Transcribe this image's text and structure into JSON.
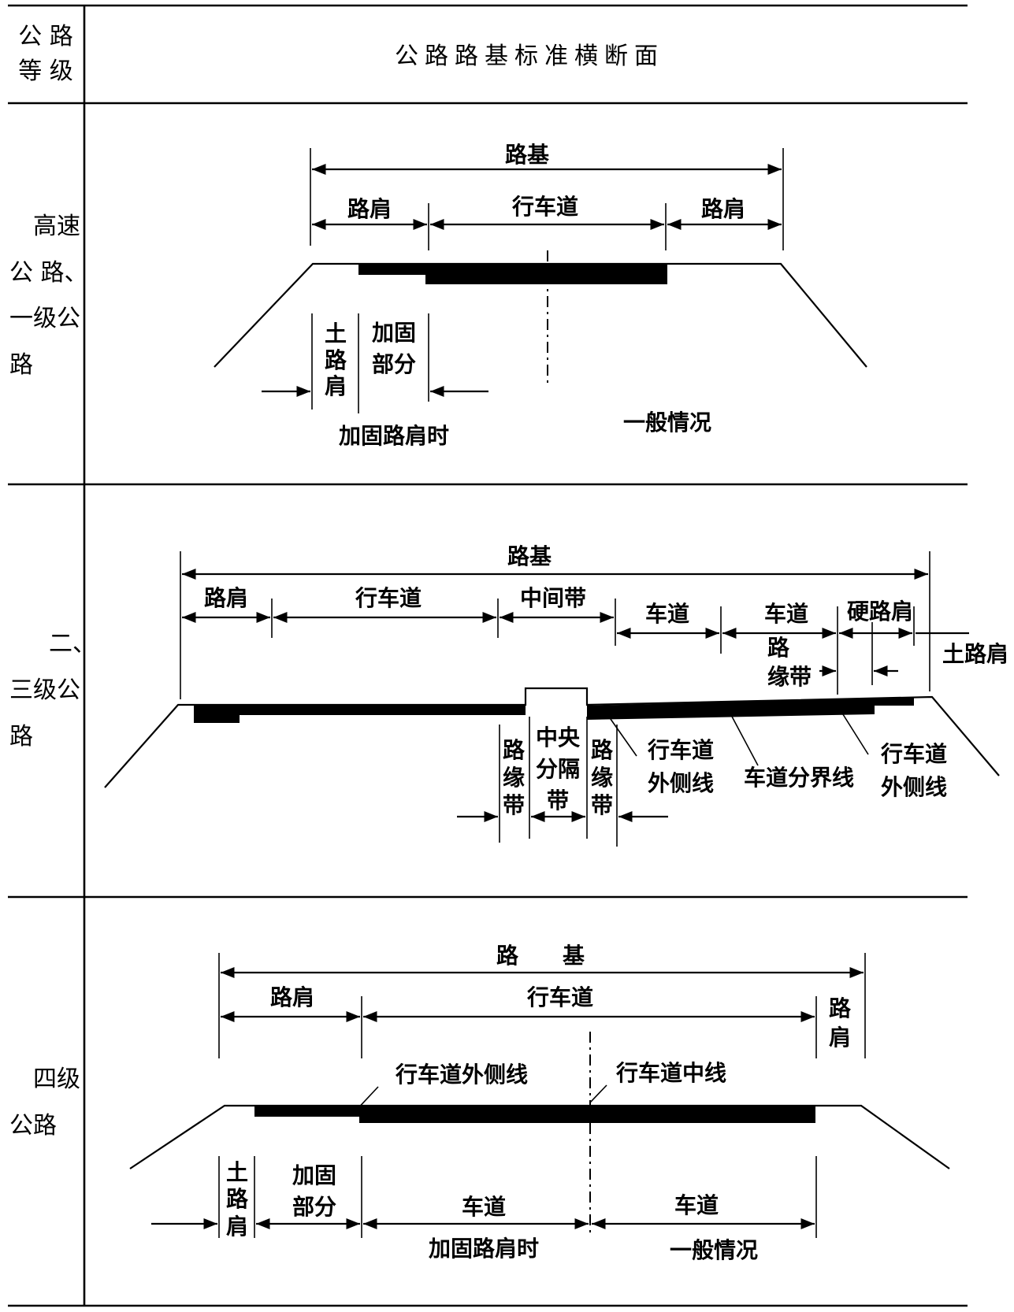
{
  "table": {
    "header": {
      "grade_col": [
        "公 路",
        "等 级"
      ],
      "section_col": "公路路基标准横断面"
    },
    "rows": [
      {
        "grade": [
          "高速",
          "公 路、",
          "一级公",
          "路"
        ]
      },
      {
        "grade": [
          "二、",
          "三级公",
          "路"
        ]
      },
      {
        "grade": [
          "四级",
          "公路"
        ]
      }
    ]
  },
  "diagrams": {
    "d1": {
      "subgrade": "路基",
      "shoulder_left": "路肩",
      "carriageway": "行车道",
      "shoulder_right": "路肩",
      "soil_shoulder": [
        "土",
        "路",
        "肩"
      ],
      "reinforced_part": [
        "加固",
        "部分"
      ],
      "reinforced_case": "加固路肩时",
      "general_case": "一般情况"
    },
    "d2": {
      "subgrade": "路基",
      "shoulder": "路肩",
      "carriageway": "行车道",
      "median_strip": "中间带",
      "lane_1": "车道",
      "lane_2": "车道",
      "hard_shoulder": "硬路肩",
      "soil_shoulder": "土路肩",
      "edge_strip_right": [
        "路",
        "缘带"
      ],
      "edge_strip_left": [
        "路",
        "缘",
        "带"
      ],
      "central_divider": [
        "中央",
        "分隔",
        "带"
      ],
      "edge_strip_mid": [
        "路",
        "缘",
        "带"
      ],
      "outer_line_1": [
        "行车道",
        "外侧线"
      ],
      "lane_divider_line": "车道分界线",
      "outer_line_2": [
        "行车道",
        "外侧线"
      ]
    },
    "d3": {
      "subgrade": "路　　基",
      "shoulder_left": "路肩",
      "carriageway": "行车道",
      "shoulder_right": [
        "路",
        "肩"
      ],
      "outer_line": "行车道外侧线",
      "center_line": "行车道中线",
      "soil_shoulder": [
        "土",
        "路",
        "肩"
      ],
      "reinforced_part": [
        "加固",
        "部分"
      ],
      "lane_left": "车道",
      "lane_right": "车道",
      "reinforced_case": "加固路肩时",
      "general_case": "一般情况"
    }
  }
}
